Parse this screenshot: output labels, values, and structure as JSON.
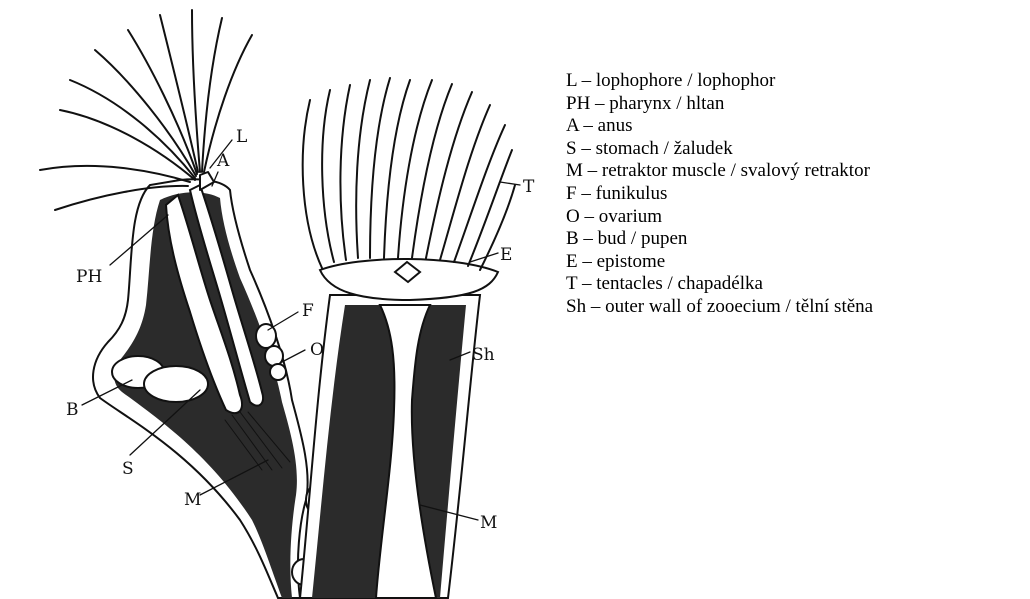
{
  "figure_labels": {
    "L": "L",
    "A": "A",
    "PH": "PH",
    "F": "F",
    "O": "O",
    "B": "B",
    "S": "S",
    "M_left": "M",
    "T": "T",
    "E": "E",
    "Sh": "Sh",
    "M_right": "M"
  },
  "legend": [
    "L – lophophore / lophophor",
    "PH – pharynx / hltan",
    "A – anus",
    "S – stomach / žaludek",
    "M – retraktor muscle / svalový retraktor",
    "F – funikulus",
    "O – ovarium",
    "B – bud / pupen",
    "E – epistome",
    "T – tentacles / chapadélka",
    "Sh – outer wall of zooecium / tělní stěna"
  ]
}
